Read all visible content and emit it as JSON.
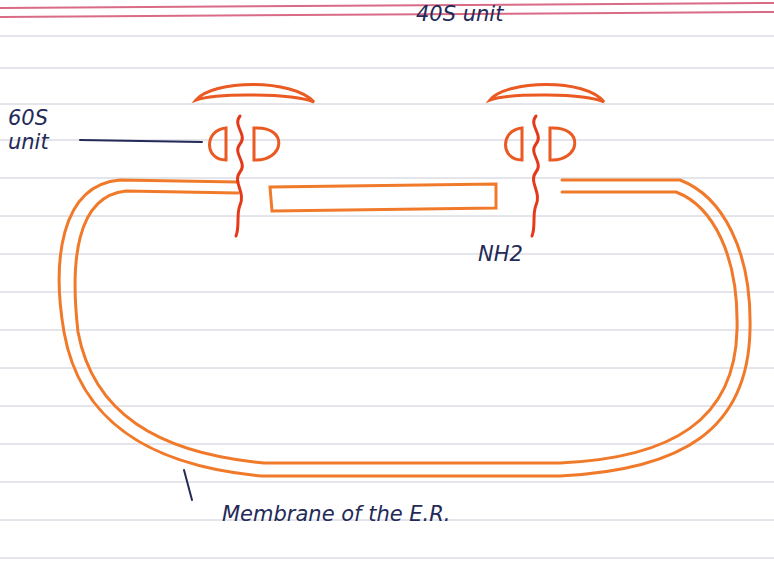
{
  "diagram": {
    "labels": [
      "40S unit",
      "60S unit",
      "NH2",
      "Membrane of the E.R."
    ]
  }
}
